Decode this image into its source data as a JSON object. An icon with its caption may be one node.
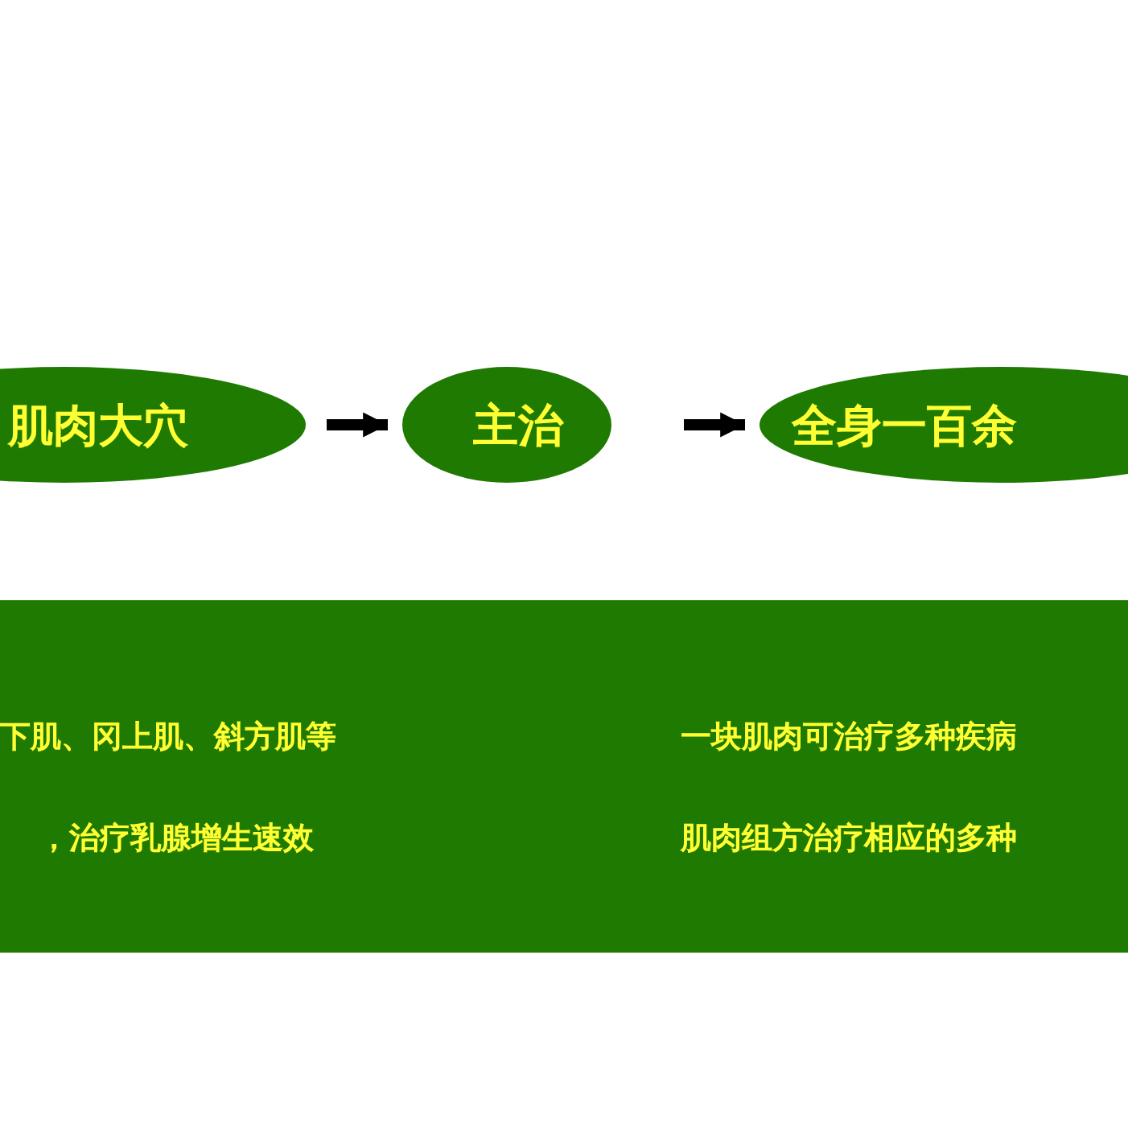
{
  "diagram": {
    "nodes": [
      {
        "text": [
          "肌肉大穴"
        ]
      },
      {
        "text": [
          "主治"
        ]
      },
      {
        "text": [
          "全身一百余"
        ]
      },
      {
        "text": [
          "下肌、冈上肌、斜方肌等",
          "一块肌肉可治疗多种疾病",
          "，治疗乳腺增生速效",
          "肌肉组方治疗相应的多种"
        ]
      }
    ],
    "edges": [
      {
        "from": 0,
        "to": 1,
        "arrow": "to"
      },
      {
        "from": 1,
        "to": 2,
        "arrow": "to"
      }
    ]
  }
}
